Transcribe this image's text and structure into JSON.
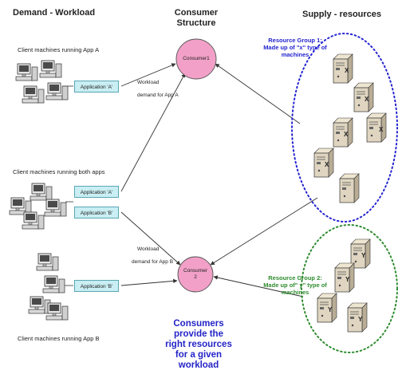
{
  "headers": {
    "demand": "Demand - Workload",
    "consumer_line1": "Consumer",
    "consumer_line2": "Structure",
    "supply": "Supply -  resources"
  },
  "clients": {
    "app_a": "Client machines running App A",
    "both": "Client machines running both apps",
    "app_b": "Client machines running App B"
  },
  "apps": {
    "a_top": "Application 'A'",
    "a_mid": "Application 'A'",
    "b_mid": "Application 'B'",
    "b_bottom": "Application 'B'"
  },
  "workload": {
    "a_line1": "Workload",
    "a_line2": "demand for App A",
    "b_line1": "Workload",
    "b_line2": "demand for App B"
  },
  "consumers": {
    "c1": "Consumer1",
    "c2_line1": "Consumer",
    "c2_line2": "2"
  },
  "groups": {
    "g1_line1": "Resource Group 1:",
    "g1_line2": "Made up of \"x\" type of",
    "g1_line3": "machines",
    "g2_line1": "Resource Group 2:",
    "g2_line2": "Made up of\" y\" type of",
    "g2_line3": "machines"
  },
  "server_labels": {
    "x": "X",
    "y": "Y"
  },
  "tagline": {
    "line1": "Consumers",
    "line2": "provide the",
    "line3": "right resources",
    "line4": "for a given",
    "line5": "workload"
  },
  "colors": {
    "consumer_fill": "#f2a0c8",
    "group1": "#2424d0",
    "group2": "#2e8b2e",
    "appbox": "#c9eef3"
  }
}
